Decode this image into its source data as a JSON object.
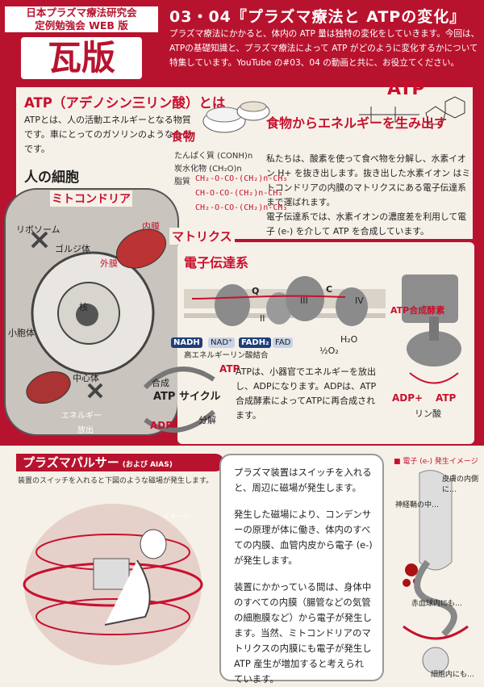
{
  "header": {
    "brand_line1": "日本プラズマ療法研究会",
    "brand_line2": "定例勉強会 WEB 版",
    "brand_big": "瓦版",
    "title": "03・04『プラズマ療法と ATPの変化』",
    "intro": "プラズマ療法にかかると、体内の ATP 量は独特の変化をしていきます。今回は、ATPの基礎知識と、プラズマ療法によって ATP がどのように変化するかについて特集しています。YouTube の#03、04 の動画と共に、お役立てください。"
  },
  "atp_section": {
    "heading": "ATP（アデノシン三リン酸）とは",
    "body": "ATPとは、人の活動エネルギーとなる物質です。車にとってのガソリンのようなものです。",
    "molecule_label": "ATP"
  },
  "food": {
    "heading": "食物",
    "protein": "たんぱく質 (CONH)n",
    "carb": "炭水化物 (CH₂O)n",
    "fat_label": "脂質",
    "fat_lines": [
      "CH₂-O-CO-(CH₂)n-CH₃",
      "CH-O-CO-(CH₂)n-CH₃",
      "CH₂-O-CO-(CH₂)n-CH₃"
    ]
  },
  "energy": {
    "heading": "食物からエネルギーを生み出す",
    "p1": "私たちは、酸素を使って食べ物を分解し、水素イオン H+ を抜き出します。抜き出した水素イオン はミトコンドリアの内膜のマトリクスにある電子伝達系まで運ばれます。",
    "p2": "電子伝達系では、水素イオンの濃度差を利用して電子 (e-) を介して ATP を合成しています。"
  },
  "cell": {
    "heading": "人の細胞",
    "labels": {
      "mito": "ミトコンドリア",
      "inner": "内膜",
      "outer": "外膜",
      "matrix": "マトリクス",
      "ribosome": "リボソーム",
      "golgi": "ゴルジ体",
      "nucleus": "核",
      "vesicle": "小胞体",
      "centrosome": "中心体"
    }
  },
  "etc": {
    "title": "電子伝達系",
    "nadh": "NADH",
    "nad": "NAD⁺",
    "fadh2": "FADH₂",
    "fad": "FAD",
    "q": "Q",
    "c": "C",
    "ii": "II",
    "iii": "III",
    "iv": "IV",
    "h2o": "H₂O",
    "o2": "½O₂",
    "synthase": "ATP合成酵素",
    "high_energy": "高エネルギーリン酸結合",
    "atp_cycle": "ATP サイクル",
    "atp": "ATP",
    "adp": "ADP",
    "synth": "合成",
    "decomp": "分解",
    "energy": "エネルギー",
    "release": "放出",
    "adp_p": "ADP+",
    "phosphate": "リン酸",
    "desc": "ATPは、小器官でエネルギーを放出し、ADPになります。ADPは、ATP合成酵素によってATPに再合成されます。"
  },
  "pulser": {
    "heading": "プラズマパルサー",
    "heading_sub": "(および AIAS)",
    "sub": "装置のスイッチを入れると下図のような磁場が発生します。",
    "image_label": "イメージ",
    "p1": "プラズマ装置はスイッチを入れると、周辺に磁場が発生します。",
    "p2": "発生した磁場により、コンデンサーの原理が体に働き、体内のすべての内膜、血管内皮から電子 (e-) が発生します。",
    "p3": "装置にかかっている間は、身体中のすべての内膜（腸管などの気管の細胞膜など）から電子が発生します。当然、ミトコンドリアのマトリクスの内膜にも電子が発生し ATP 産生が増加すると考えられています。"
  },
  "body_image": {
    "heading": "■ 電子 (e-) 発生イメージ",
    "skin": "皮膚の内側に…",
    "nerve": "神経鞘の中…",
    "rbc": "赤血球内にも…",
    "cell": "細胞内にも…"
  },
  "colors": {
    "accent": "#b8132e",
    "cream": "#f6f1e8"
  }
}
